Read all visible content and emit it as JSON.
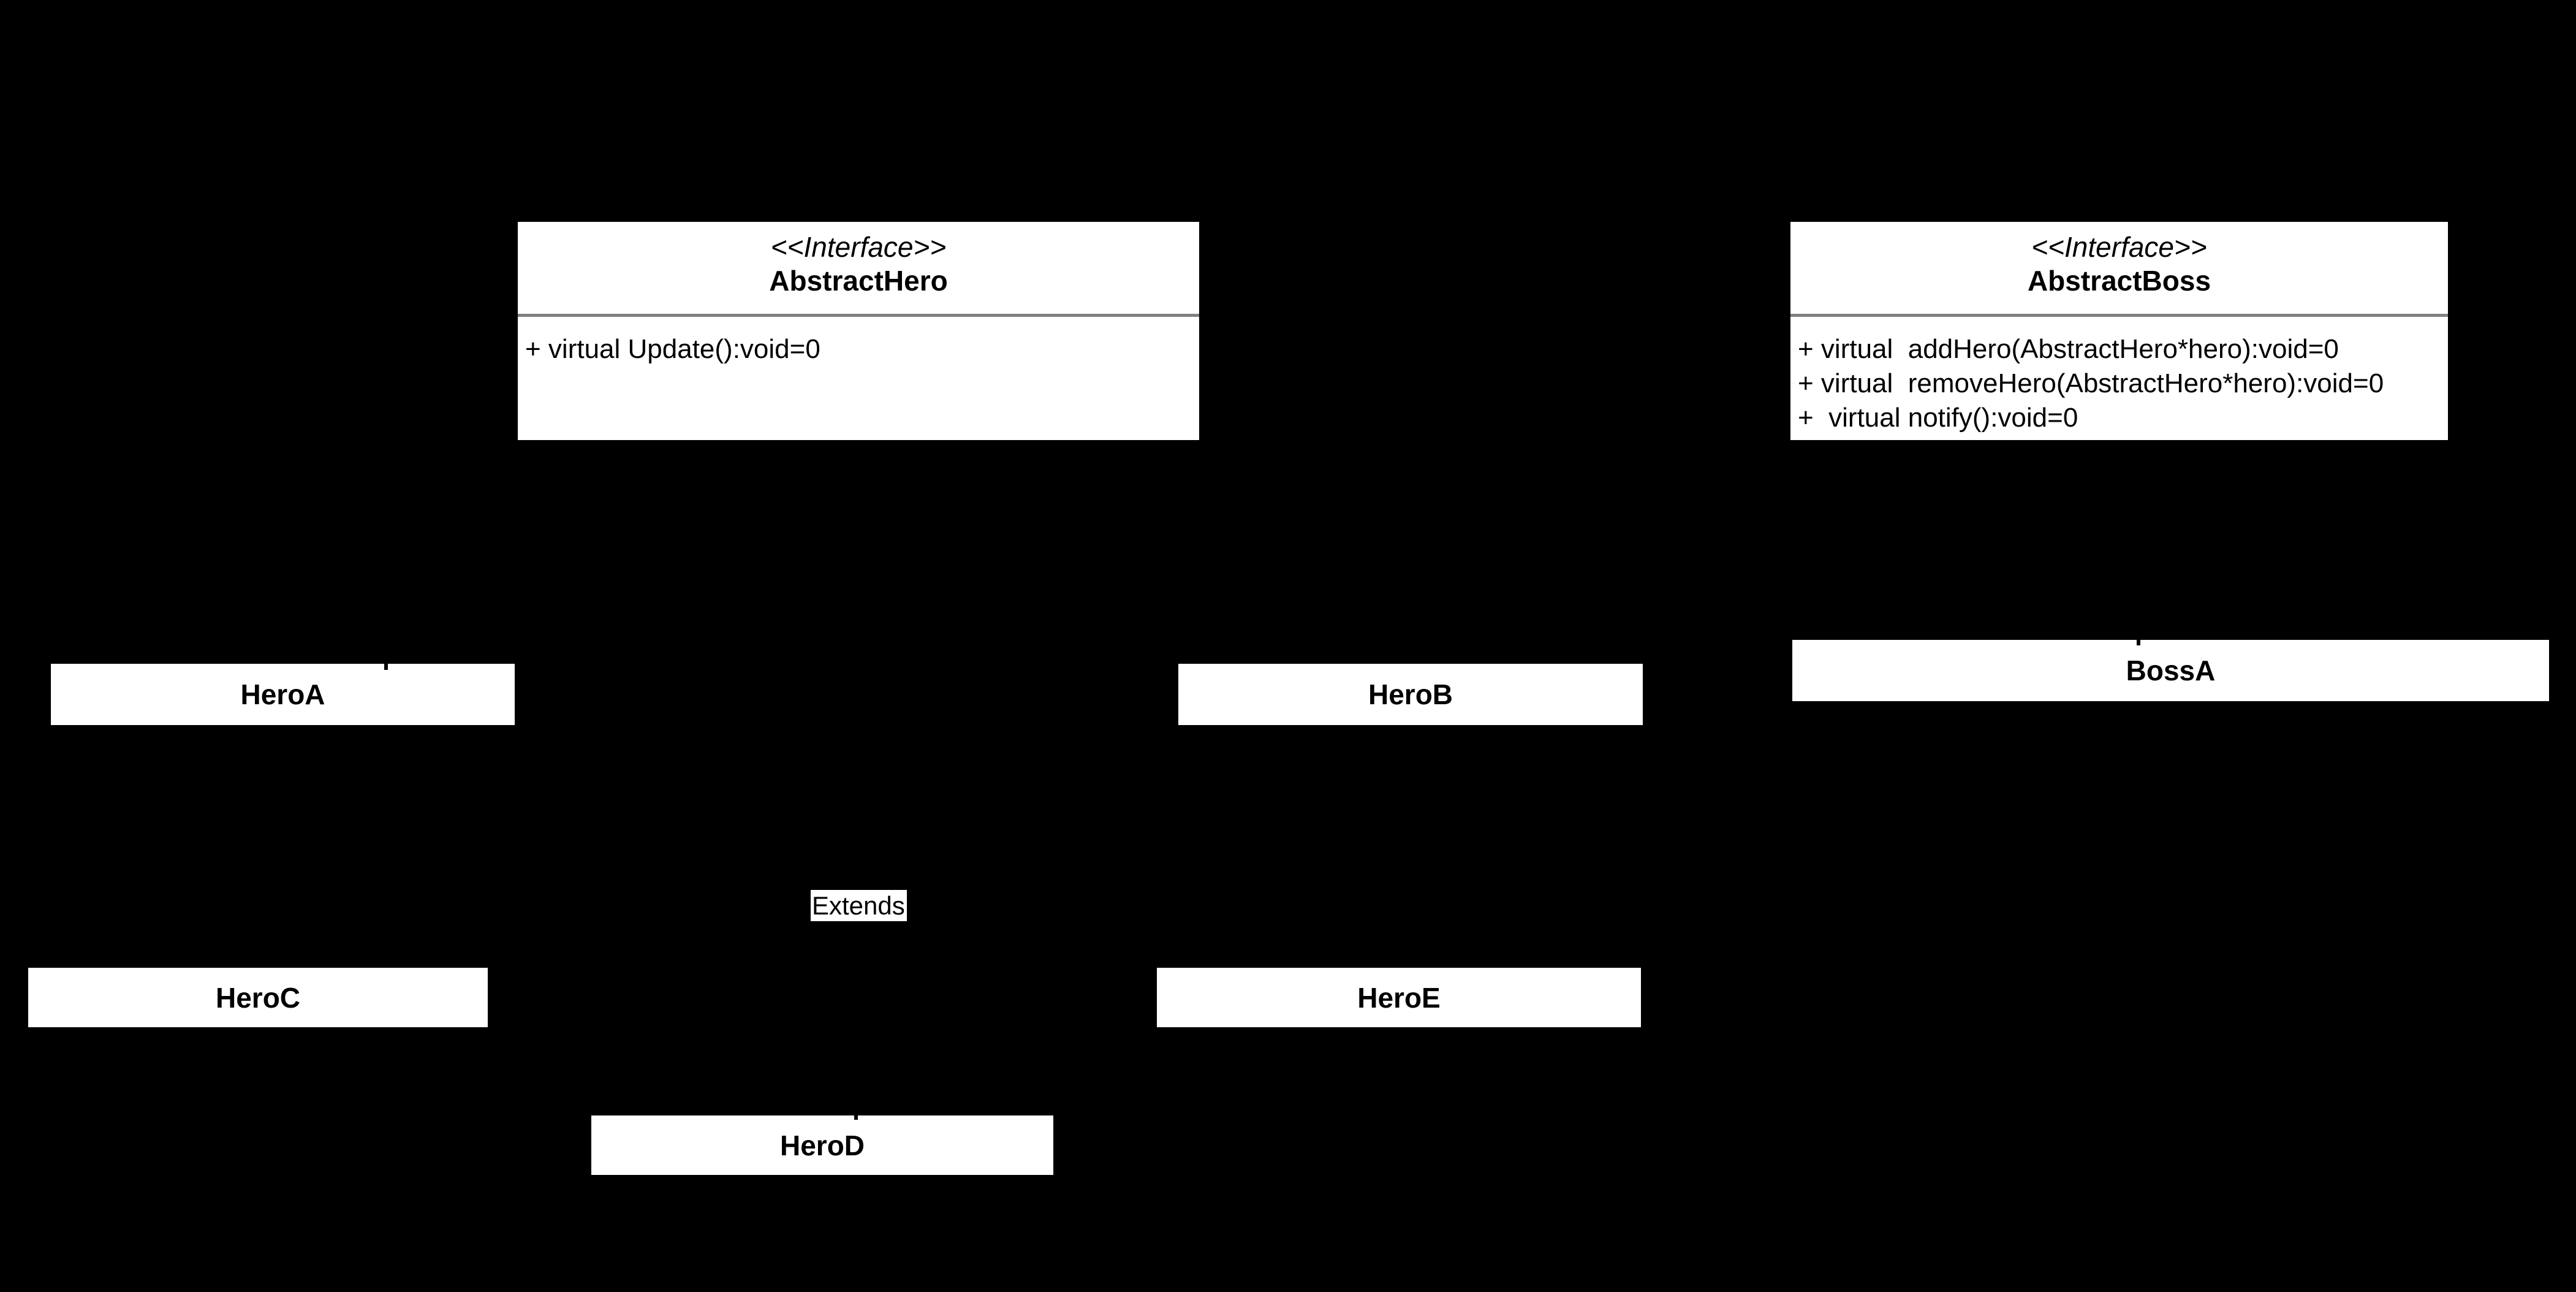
{
  "colors": {
    "background": "#000000",
    "box_fill": "#ffffff",
    "text": "#000000",
    "divider": "#808080"
  },
  "uml": {
    "abstract_hero": {
      "stereotype": "<<Interface>>",
      "name": "AbstractHero",
      "methods": [
        "+ virtual Update():void=0"
      ]
    },
    "abstract_boss": {
      "stereotype": "<<Interface>>",
      "name": "AbstractBoss",
      "methods": [
        "+ virtual  addHero(AbstractHero*hero):void=0",
        "+ virtual  removeHero(AbstractHero*hero):void=0",
        "+  virtual notify():void=0"
      ]
    },
    "hero_a": {
      "name": "HeroA"
    },
    "hero_b": {
      "name": "HeroB"
    },
    "boss_a": {
      "name": "BossA"
    },
    "hero_c": {
      "name": "HeroC"
    },
    "hero_e": {
      "name": "HeroE"
    },
    "hero_d": {
      "name": "HeroD"
    },
    "edge_label": "Extends"
  }
}
